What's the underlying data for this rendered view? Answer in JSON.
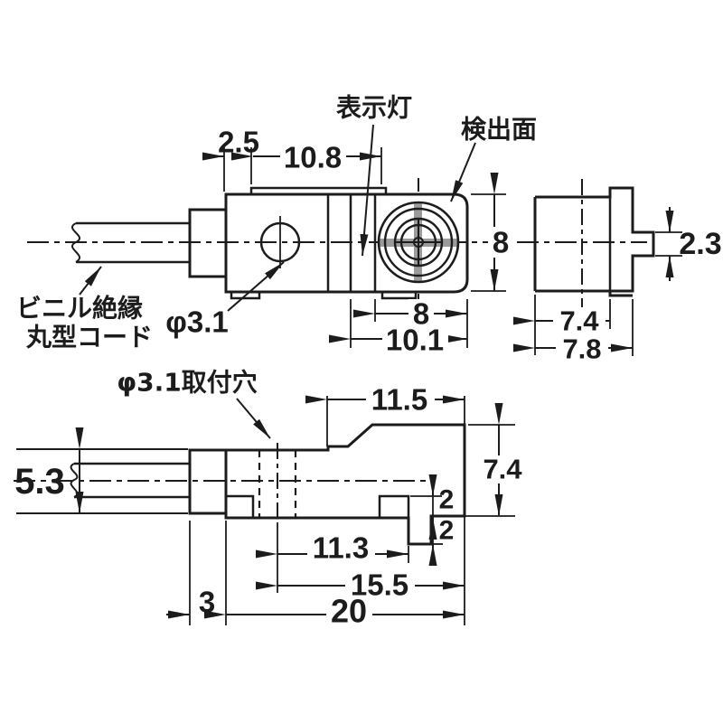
{
  "colors": {
    "line": "#1c1c1c",
    "lens_cross": "#9b9b9b",
    "background": "#ffffff"
  },
  "top_view": {
    "labels": {
      "indicator_lamp": "表示灯",
      "sensing_face": "検出面",
      "cord_line1": "ビニル絶縁",
      "cord_line2": "丸型コード",
      "hole_dia": "φ3.1"
    },
    "dims": {
      "lip_offset": "2.5",
      "lip_length": "10.8",
      "head_height": "8",
      "head_width": "8",
      "front_length": "10.1"
    }
  },
  "side_view": {
    "dims": {
      "body_width": "7.4",
      "overall_width": "7.8",
      "tab_height": "2.3"
    }
  },
  "bottom_view": {
    "labels": {
      "mounting_hole": "φ3.1取付穴"
    },
    "dims": {
      "head_top_length": "11.5",
      "head_height": "7.4",
      "hook_step_upper": "2",
      "hook_step_lower": "2",
      "cord_section_height": "5.3",
      "hole_to_hook": "11.3",
      "hole_to_face": "15.5",
      "boot_length": "3",
      "body_length": "20"
    }
  }
}
